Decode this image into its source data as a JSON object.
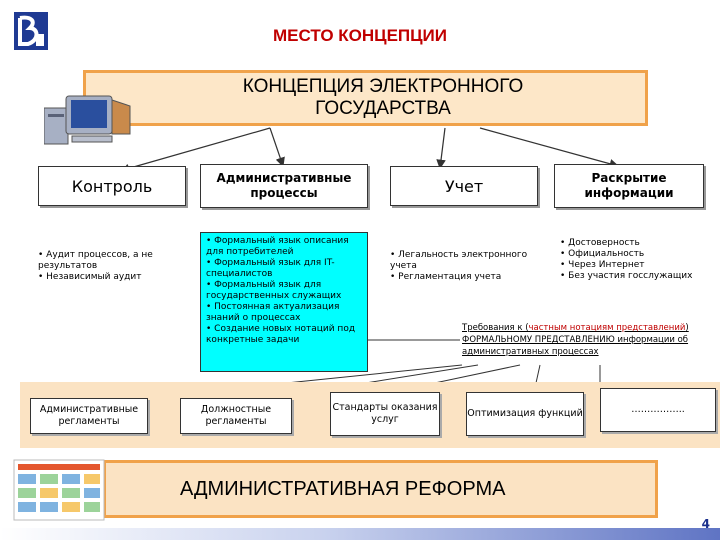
{
  "slide_title": "МЕСТО КОНЦЕПЦИИ",
  "top_concept": {
    "line1": "КОНЦЕПЦИЯ ЭЛЕКТРОННОГО",
    "line2": "ГОСУДАРСТВА"
  },
  "headers": {
    "control": "Контроль",
    "admin_processes": "Административные процессы",
    "accounting": "Учет",
    "disclosure": "Раскрытие информации"
  },
  "control_items": [
    "• Аудит процессов, а не результатов",
    "• Независимый аудит"
  ],
  "admin_items": [
    "• Формальный язык описания для потребителей",
    "• Формальный язык для IT-специалистов",
    "• Формальный язык для государственных служащих",
    "• Постоянная актуализация знаний о процессах",
    "• Создание новых нотаций под конкретные задачи"
  ],
  "accounting_items": [
    "• Легальность электронного учета",
    "• Регламентация учета"
  ],
  "disclosure_items": [
    "• Достоверность",
    "• Официальность",
    "• Через Интернет",
    "• Без участия госслужащих"
  ],
  "note": {
    "part1": "Требования к (",
    "part2": "частным нотациям представлений",
    "part3": ") ФОРМАЛЬНОМУ ПРЕДСТАВЛЕНИЮ информации об административных процессах"
  },
  "bottom_boxes": {
    "admin_regulations": "Административные регламенты",
    "job_regulations": "Должностные регламенты",
    "service_standards": "Стандарты оказания услуг",
    "optimization": "Оптимизация функций",
    "ellipsis": "…………….."
  },
  "reform": "АДМИНИСТРАТИВНАЯ РЕФОРМА",
  "page_number": "4",
  "colors": {
    "title_red": "#c00000",
    "orange_border": "#f0a24a",
    "peach_fill": "#fbe3c3",
    "cyan_fill": "#00ffff",
    "logo_blue": "#1f3a93"
  }
}
